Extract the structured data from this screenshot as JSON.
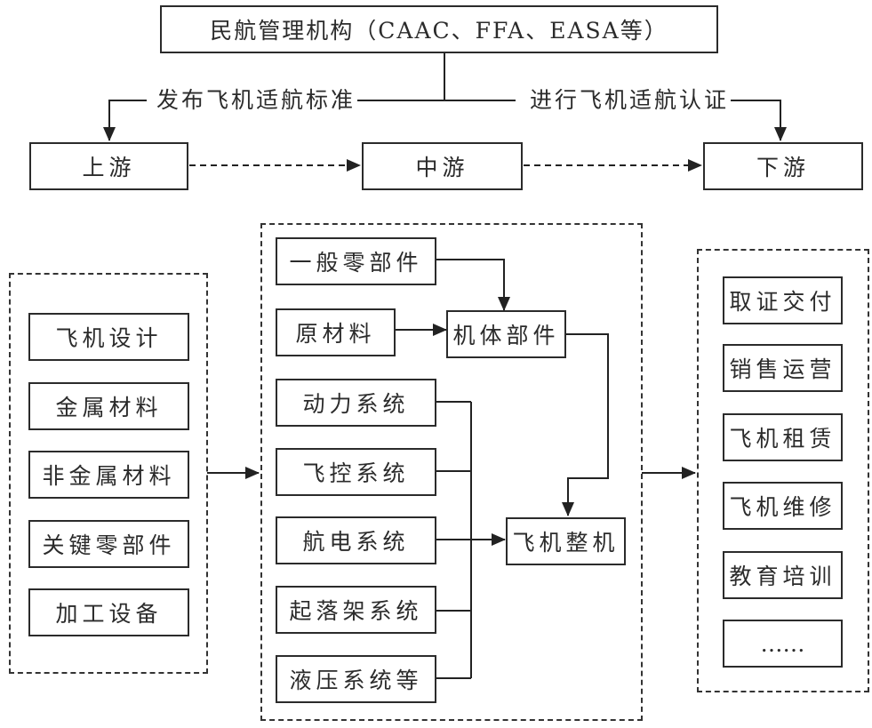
{
  "regulator": {
    "label": "民航管理机构（CAAC、FFA、EASA等）"
  },
  "regulator_actions": {
    "left": "发布飞机适航标准",
    "right": "进行飞机适航认证"
  },
  "stages": {
    "upstream": "上游",
    "midstream": "中游",
    "downstream": "下游"
  },
  "upstream_items": [
    "飞机设计",
    "金属材料",
    "非金属材料",
    "关键零部件",
    "加工设备"
  ],
  "midstream": {
    "parts": [
      "一般零部件",
      "原材料"
    ],
    "airframe": "机体部件",
    "systems": [
      "动力系统",
      "飞控系统",
      "航电系统",
      "起落架系统",
      "液压系统等"
    ],
    "final_assembly": "飞机整机"
  },
  "downstream_items": [
    "取证交付",
    "销售运营",
    "飞机租赁",
    "飞机维修",
    "教育培训",
    "……"
  ]
}
